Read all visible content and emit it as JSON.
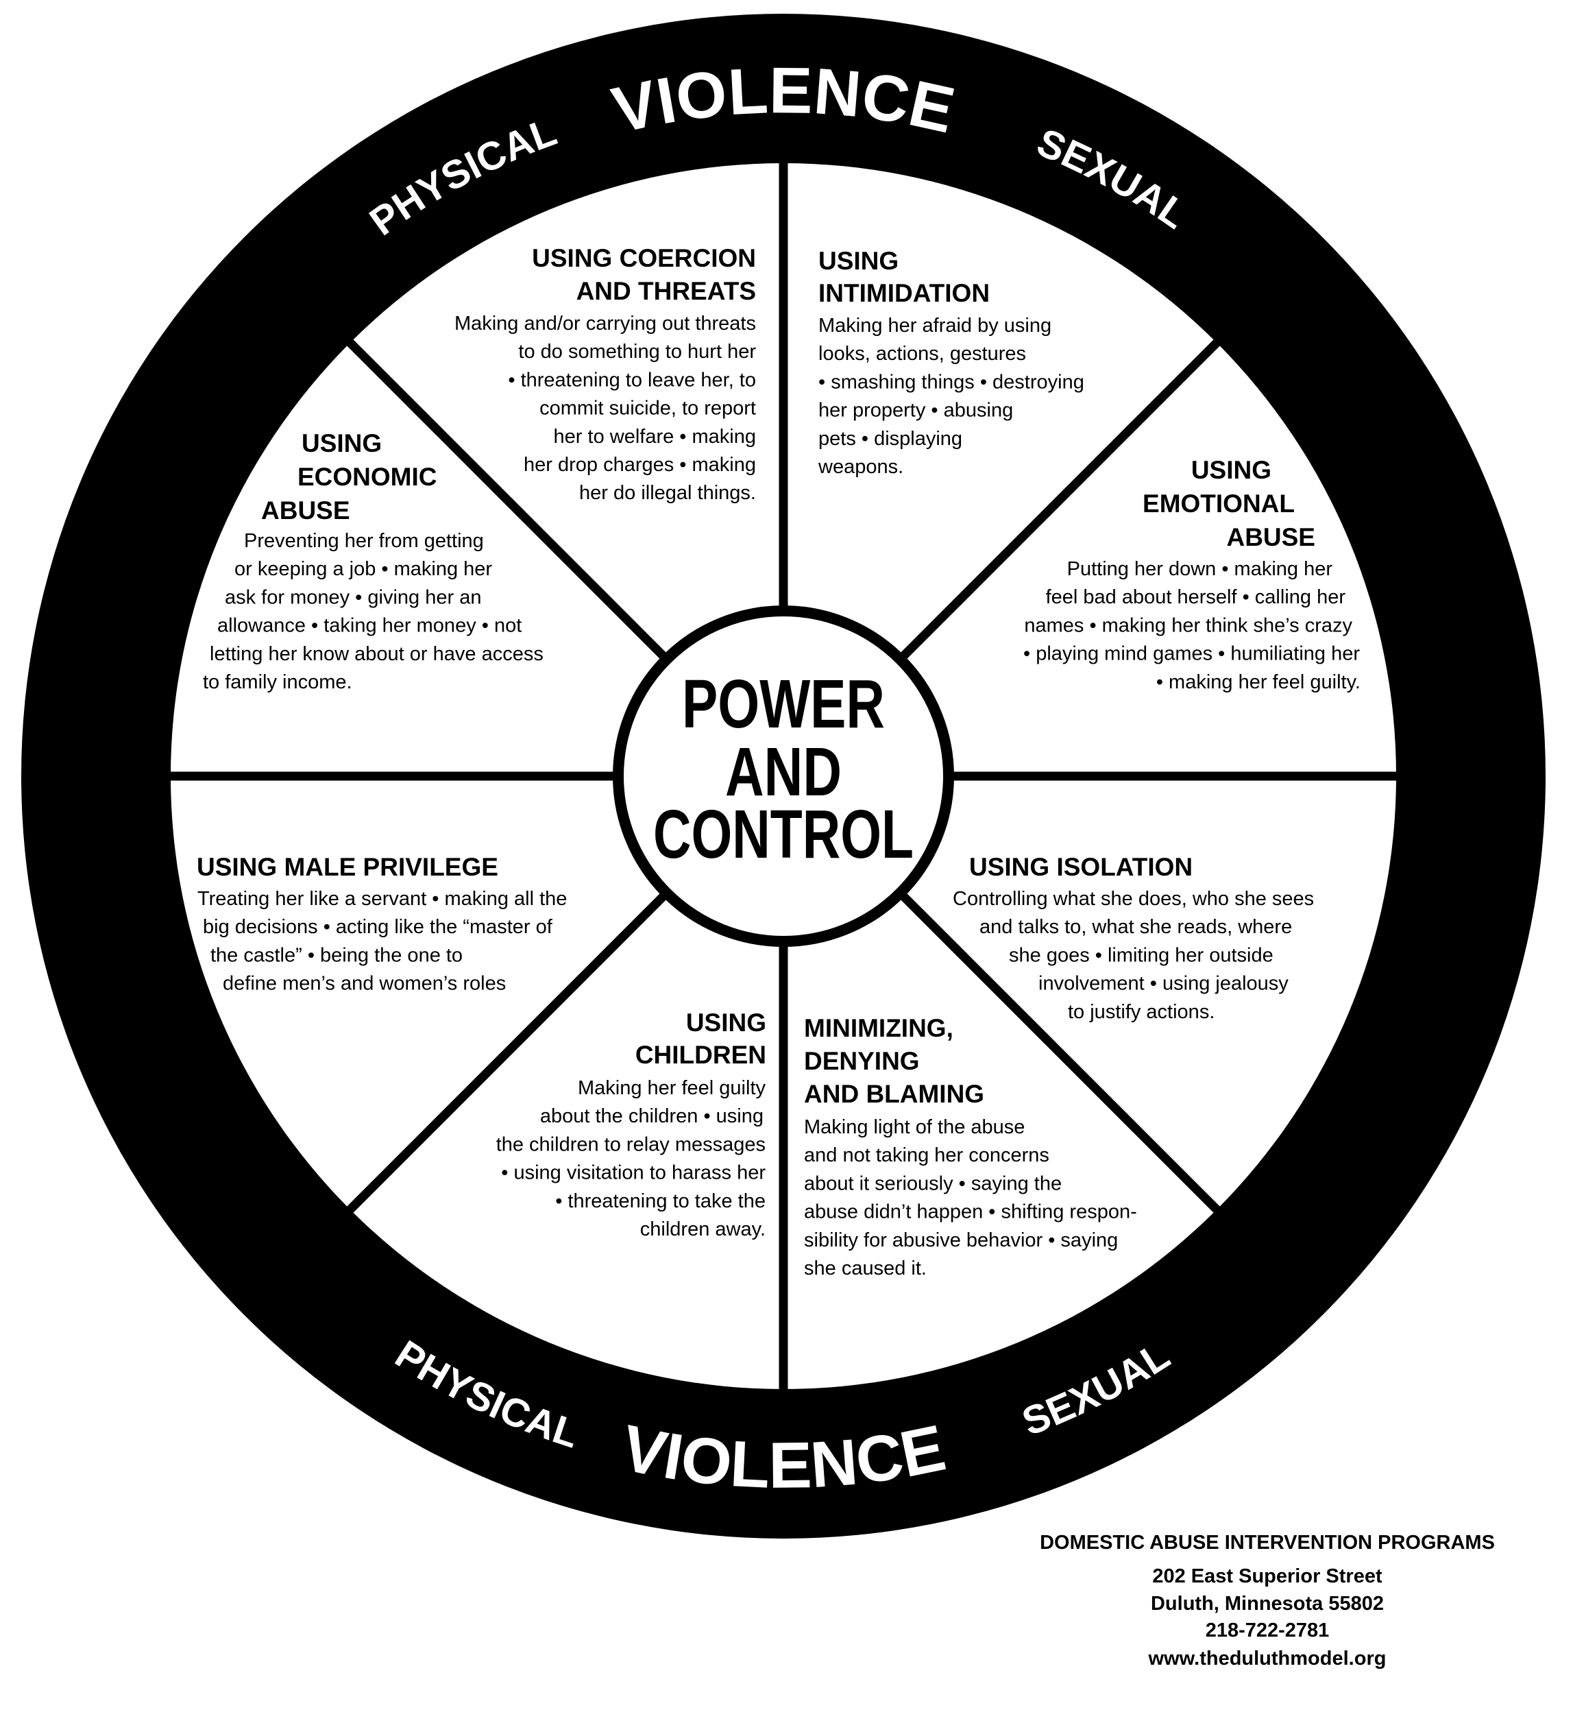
{
  "ring": {
    "top_title": "VIOLENCE",
    "top_left": "PHYSICAL",
    "top_right": "SEXUAL",
    "bottom_title": "VIOLENCE",
    "bottom_left": "PHYSICAL",
    "bottom_right": "SEXUAL"
  },
  "hub": {
    "lines": [
      "POWER",
      "AND",
      "CONTROL"
    ]
  },
  "sections": [
    {
      "id": "coercion",
      "heading": [
        "USING COERCION",
        "AND THREATS"
      ],
      "body": [
        "Making and/or carrying out threats",
        "to do something to hurt her",
        "• threatening to leave her, to",
        "commit suicide, to report",
        "her to welfare • making",
        "her drop charges • making",
        "her do illegal things."
      ]
    },
    {
      "id": "intimidation",
      "heading": [
        "USING",
        "INTIMIDATION"
      ],
      "body": [
        "Making her afraid by using",
        "looks, actions, gestures",
        "• smashing things • destroying",
        "her property • abusing",
        "pets • displaying",
        "weapons."
      ]
    },
    {
      "id": "emotional-abuse",
      "heading": [
        "USING",
        "EMOTIONAL",
        "ABUSE"
      ],
      "body": [
        "Putting her down • making her",
        "feel bad about herself • calling her",
        "names • making her think she’s crazy",
        "• playing mind games • humiliating her",
        "• making her feel guilty."
      ]
    },
    {
      "id": "isolation",
      "heading": [
        "USING ISOLATION"
      ],
      "body": [
        "Controlling what she does, who she sees",
        "and talks to, what she reads, where",
        "she goes • limiting her outside",
        "involvement • using jealousy",
        "to justify actions."
      ]
    },
    {
      "id": "minimizing",
      "heading": [
        "MINIMIZING,",
        "DENYING",
        "AND BLAMING"
      ],
      "body": [
        "Making light of the abuse",
        "and not taking her concerns",
        "about it seriously • saying the",
        "abuse didn’t happen • shifting respon-",
        "sibility for abusive behavior • saying",
        "she caused it."
      ]
    },
    {
      "id": "children",
      "heading": [
        "USING",
        "CHILDREN"
      ],
      "body": [
        "Making her feel guilty",
        "about the children • using",
        "the children to relay messages",
        "• using visitation to harass her",
        "• threatening to take the",
        "children away."
      ]
    },
    {
      "id": "male-privilege",
      "heading": [
        "USING MALE PRIVILEGE"
      ],
      "body": [
        "Treating her like a servant • making all the",
        "big decisions • acting like the “master of",
        "the castle”  • being the one to",
        "define men’s and women’s roles"
      ]
    },
    {
      "id": "economic-abuse",
      "heading": [
        "USING",
        "ECONOMIC",
        "ABUSE"
      ],
      "body": [
        "Preventing her from getting",
        "or keeping a job • making her",
        "ask for money • giving her an",
        "allowance • taking her money • not",
        "letting her know about or have access",
        "to family income."
      ]
    }
  ],
  "footer": {
    "org": "DOMESTIC ABUSE INTERVENTION PROGRAMS",
    "address_lines": [
      "202 East Superior Street",
      "Duluth, Minnesota 55802",
      "218-722-2781",
      "www.theduluthmodel.org"
    ]
  },
  "colors": {
    "ink": "#000000",
    "paper": "#ffffff"
  }
}
